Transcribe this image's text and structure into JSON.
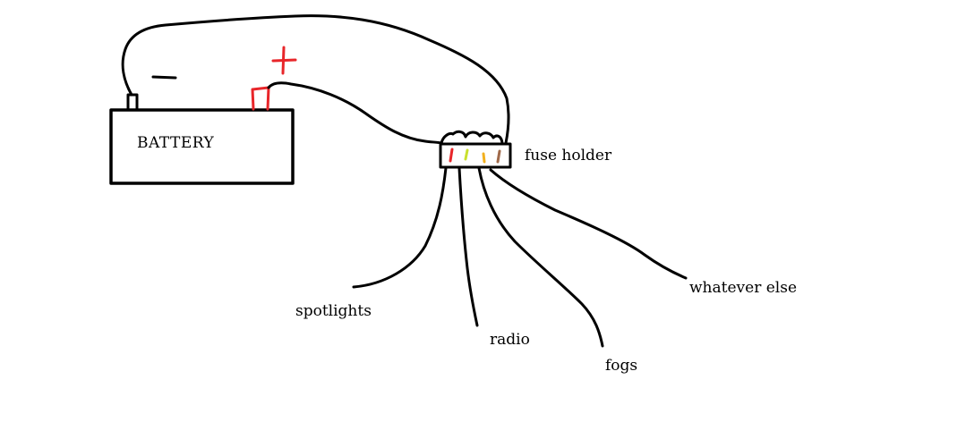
{
  "battery": {
    "label": "BATTERY",
    "negative_symbol": "−",
    "positive_symbol": "+"
  },
  "fuse_holder": {
    "label": "fuse holder",
    "fuse_colors": [
      "#e8262a",
      "#c9e02e",
      "#f2b01e",
      "#a06a4a"
    ]
  },
  "circuits": [
    {
      "label": "spotlights"
    },
    {
      "label": "radio"
    },
    {
      "label": "fogs"
    },
    {
      "label": "whatever else"
    }
  ],
  "colors": {
    "wire": "#000000",
    "positive": "#e8262a",
    "background": "#ffffff"
  }
}
